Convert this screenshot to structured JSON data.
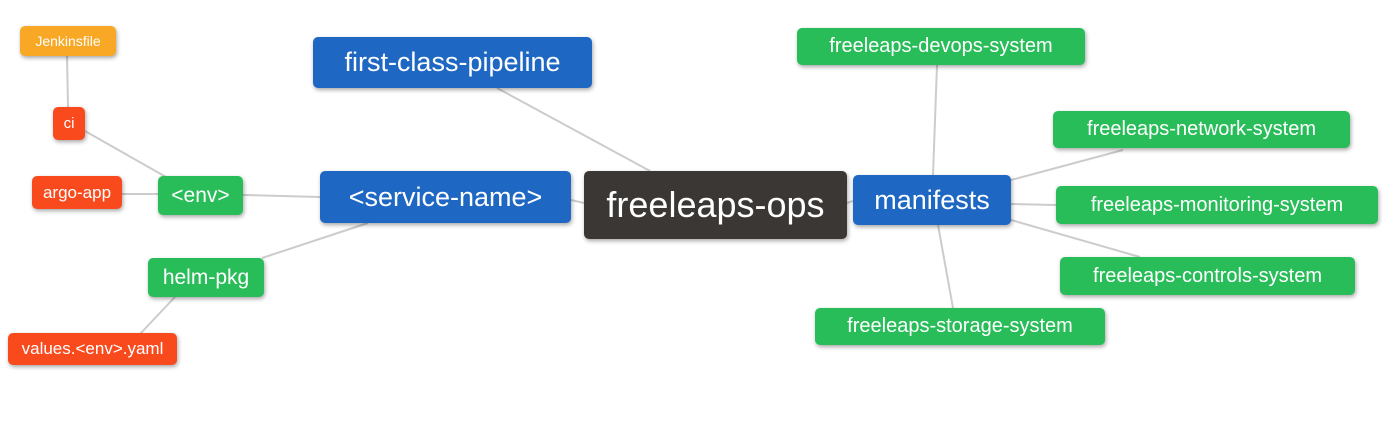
{
  "mindmap": {
    "root": {
      "label": "freeleaps-ops"
    },
    "nodes": {
      "first_class_pipeline": {
        "label": "first-class-pipeline"
      },
      "service_name": {
        "label": "<service-name>"
      },
      "manifests": {
        "label": "manifests"
      },
      "env": {
        "label": "<env>"
      },
      "helm_pkg": {
        "label": "helm-pkg"
      },
      "ci": {
        "label": "ci"
      },
      "jenkinsfile": {
        "label": "Jenkinsfile"
      },
      "argo_app": {
        "label": "argo-app"
      },
      "values_env_yaml": {
        "label": "values.<env>.yaml"
      },
      "devops_system": {
        "label": "freeleaps-devops-system"
      },
      "network_system": {
        "label": "freeleaps-network-system"
      },
      "monitoring_system": {
        "label": "freeleaps-monitoring-system"
      },
      "controls_system": {
        "label": "freeleaps-controls-system"
      },
      "storage_system": {
        "label": "freeleaps-storage-system"
      }
    },
    "edges": [
      {
        "from": "Jenkinsfile",
        "to": "ci"
      },
      {
        "from": "ci",
        "to": "<env>"
      },
      {
        "from": "argo-app",
        "to": "<env>"
      },
      {
        "from": "<env>",
        "to": "<service-name>"
      },
      {
        "from": "helm-pkg",
        "to": "<service-name>"
      },
      {
        "from": "values.<env>.yaml",
        "to": "helm-pkg"
      },
      {
        "from": "first-class-pipeline",
        "to": "freeleaps-ops"
      },
      {
        "from": "<service-name>",
        "to": "freeleaps-ops"
      },
      {
        "from": "freeleaps-ops",
        "to": "manifests"
      },
      {
        "from": "manifests",
        "to": "freeleaps-devops-system"
      },
      {
        "from": "manifests",
        "to": "freeleaps-network-system"
      },
      {
        "from": "manifests",
        "to": "freeleaps-monitoring-system"
      },
      {
        "from": "manifests",
        "to": "freeleaps-controls-system"
      },
      {
        "from": "manifests",
        "to": "freeleaps-storage-system"
      }
    ],
    "colors": {
      "root_bg": "#3b3734",
      "level1_bg": "#1e67c3",
      "level2_bg": "#29bd5a",
      "level3_bg": "#f94a1e",
      "level4_bg": "#f9a825",
      "edge": "#cccccc",
      "text": "#ffffff"
    }
  }
}
